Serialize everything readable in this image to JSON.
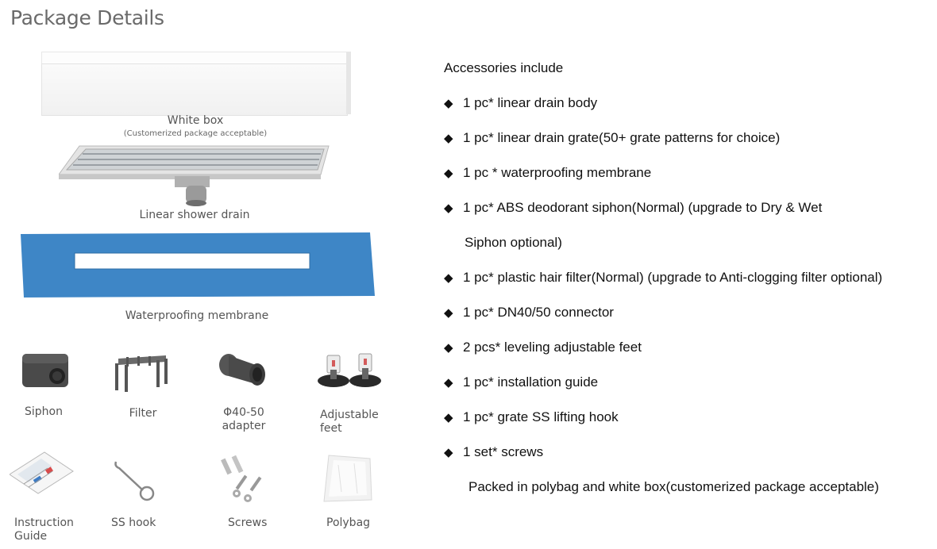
{
  "page": {
    "title": "Package Details"
  },
  "products": {
    "white_box": {
      "label": "White box",
      "note": "(Customerized package acceptable)"
    },
    "linear_drain": {
      "label": "Linear shower drain"
    },
    "membrane": {
      "label": "Waterproofing membrane",
      "color": "#3e86c6"
    }
  },
  "accessories_icons": [
    {
      "label": "Siphon",
      "icon": "siphon-icon"
    },
    {
      "label": "Filter",
      "icon": "filter-icon"
    },
    {
      "label_line1": "Φ40-50",
      "label_line2": "adapter",
      "icon": "adapter-icon"
    },
    {
      "label_line1": "Adjustable",
      "label_line2": "feet",
      "icon": "feet-icon"
    },
    {
      "label_line1": "Instruction",
      "label_line2": "Guide",
      "icon": "guide-icon"
    },
    {
      "label": "SS hook",
      "icon": "hook-icon"
    },
    {
      "label": "Screws",
      "icon": "screws-icon"
    },
    {
      "label": "Polybag",
      "icon": "polybag-icon"
    }
  ],
  "accessories": {
    "heading": "Accessories include",
    "bullet": "◆",
    "items": [
      "1 pc* linear drain body",
      "1 pc* linear drain grate(50+ grate patterns for choice)",
      "1 pc * waterproofing membrane",
      "1 pc* ABS deodorant siphon(Normal) (upgrade to Dry & Wet",
      "Siphon optional)",
      "1 pc* plastic hair filter(Normal) (upgrade to Anti-clogging filter optional)",
      "1 pc* DN40/50 connector",
      "2 pcs* leveling adjustable feet",
      "1 pc* installation guide",
      "1 pc* grate SS lifting hook",
      "1 set* screws"
    ],
    "packed_note": "Packed in polybag and white box(customerized package acceptable)"
  }
}
